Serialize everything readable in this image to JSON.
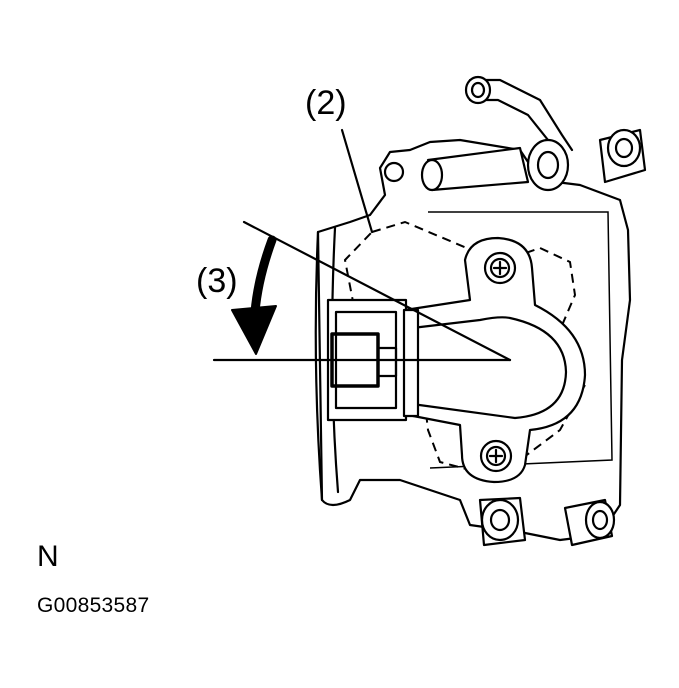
{
  "callouts": {
    "sensor_label": "(2)",
    "rotation_label": "(3)"
  },
  "caption": {
    "orientation": "N",
    "figure_id": "G00853587"
  },
  "colors": {
    "ink": "#000000",
    "paper": "#ffffff"
  }
}
